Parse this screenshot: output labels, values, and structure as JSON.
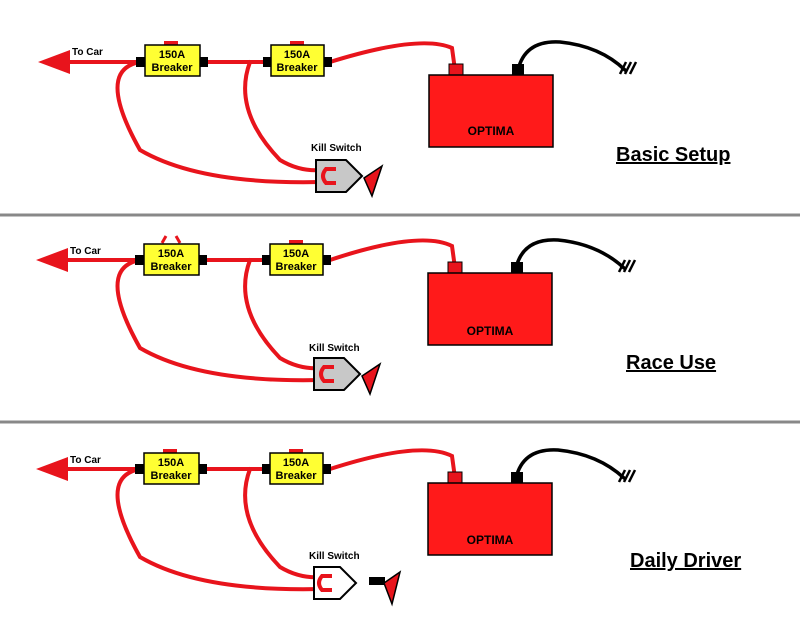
{
  "colors": {
    "wire": "#e8141c",
    "battery": "#ff1a1a",
    "breaker": "#ffff33",
    "switch_body": "#c8c8c8",
    "ground_wire": "#000000",
    "divider": "#888888"
  },
  "panels": [
    {
      "title": "Basic Setup",
      "to_car": "To Car",
      "breaker1": [
        "150A",
        "Breaker"
      ],
      "breaker2": [
        "150A",
        "Breaker"
      ],
      "battery": "OPTIMA",
      "kill_switch": "Kill Switch",
      "key_state": "inserted"
    },
    {
      "title": "Race Use",
      "to_car": "To Car",
      "breaker1": [
        "150A",
        "Breaker"
      ],
      "breaker2": [
        "150A",
        "Breaker"
      ],
      "battery": "OPTIMA",
      "kill_switch": "Kill Switch",
      "key_state": "inserted"
    },
    {
      "title": "Daily Driver",
      "to_car": "To Car",
      "breaker1": [
        "150A",
        "Breaker"
      ],
      "breaker2": [
        "150A",
        "Breaker"
      ],
      "battery": "OPTIMA",
      "kill_switch": "Kill Switch",
      "key_state": "removed"
    }
  ]
}
